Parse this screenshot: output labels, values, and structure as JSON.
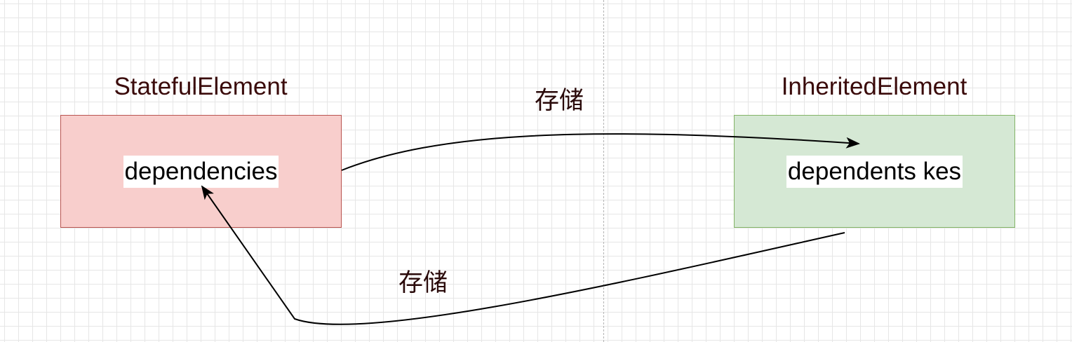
{
  "nodes": {
    "stateful": {
      "title": "StatefulElement",
      "label": "dependencies",
      "fill": "#f8cecc",
      "stroke": "#b85450"
    },
    "inherited": {
      "title": "InheritedElement",
      "label": "dependents kes",
      "fill": "#d5e8d4",
      "stroke": "#82b366"
    }
  },
  "edges": {
    "top_label": "存储",
    "bottom_label": "存储"
  }
}
